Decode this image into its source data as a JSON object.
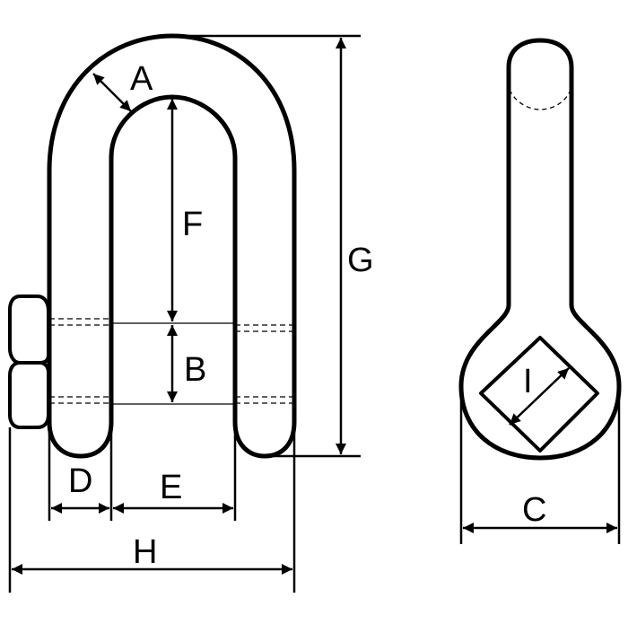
{
  "labels": {
    "A": "A",
    "B": "B",
    "C": "C",
    "D": "D",
    "E": "E",
    "F": "F",
    "G": "G",
    "H": "H",
    "I": "I"
  },
  "colors": {
    "line": "#000000",
    "background": "#ffffff"
  }
}
